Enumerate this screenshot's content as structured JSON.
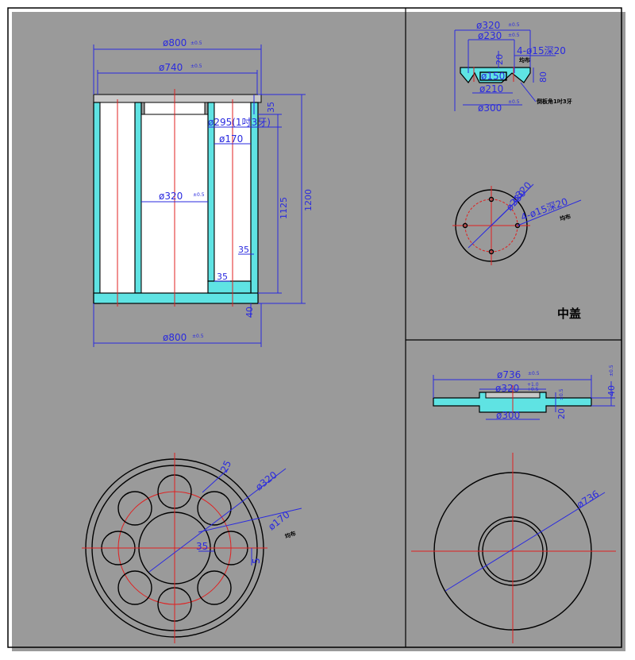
{
  "main_body": {
    "d_outer_top": "ø800",
    "tol_outer_top": "±0.5",
    "d_inner_top": "ø740",
    "tol_inner_top": "±0.5",
    "thread": "ø295(1吋3牙)",
    "d_170": "ø170",
    "d_320": "ø320",
    "tol_320": "±0.5",
    "h_35_top": "35",
    "h_1125": "1125",
    "h_1200": "1200",
    "h_35_mid": "35",
    "h_35_low": "35",
    "h_40": "40",
    "d_outer_bottom": "ø800",
    "tol_outer_bottom": "±0.5"
  },
  "plan_view": {
    "r_25": "25",
    "d_320": "ø320",
    "d_170": "ø170",
    "note_even": "均布",
    "w_35": "35",
    "w_5": "5"
  },
  "middle_cover": {
    "title": "中盖",
    "d_320": "ø320",
    "tol_320": "±0.5",
    "d_230": "ø230",
    "tol_230": "±0.5",
    "holes": "4-ø15深20",
    "holes_note": "均布",
    "h_20": "20",
    "h_80": "80",
    "d_150": "ø150",
    "d_210": "ø210",
    "d_300": "ø300",
    "tol_300": "±0.5",
    "chamfer_note": "倒板角1吋3牙",
    "plan_d_320": "ø320",
    "plan_d_230": "ø230",
    "plan_holes": "4-ø15深20",
    "plan_note": "均布"
  },
  "bottom_cover": {
    "d_736": "ø736",
    "tol_736": "±0.5",
    "d_320": "ø320",
    "tol_320_a": "+1.0",
    "tol_320_b": "+0.5",
    "d_300": "ø300",
    "h_40": "40",
    "tol_40": "±0.5",
    "h_20": "20",
    "tol_20": "±0.5",
    "plan_d_736": "ø736"
  }
}
